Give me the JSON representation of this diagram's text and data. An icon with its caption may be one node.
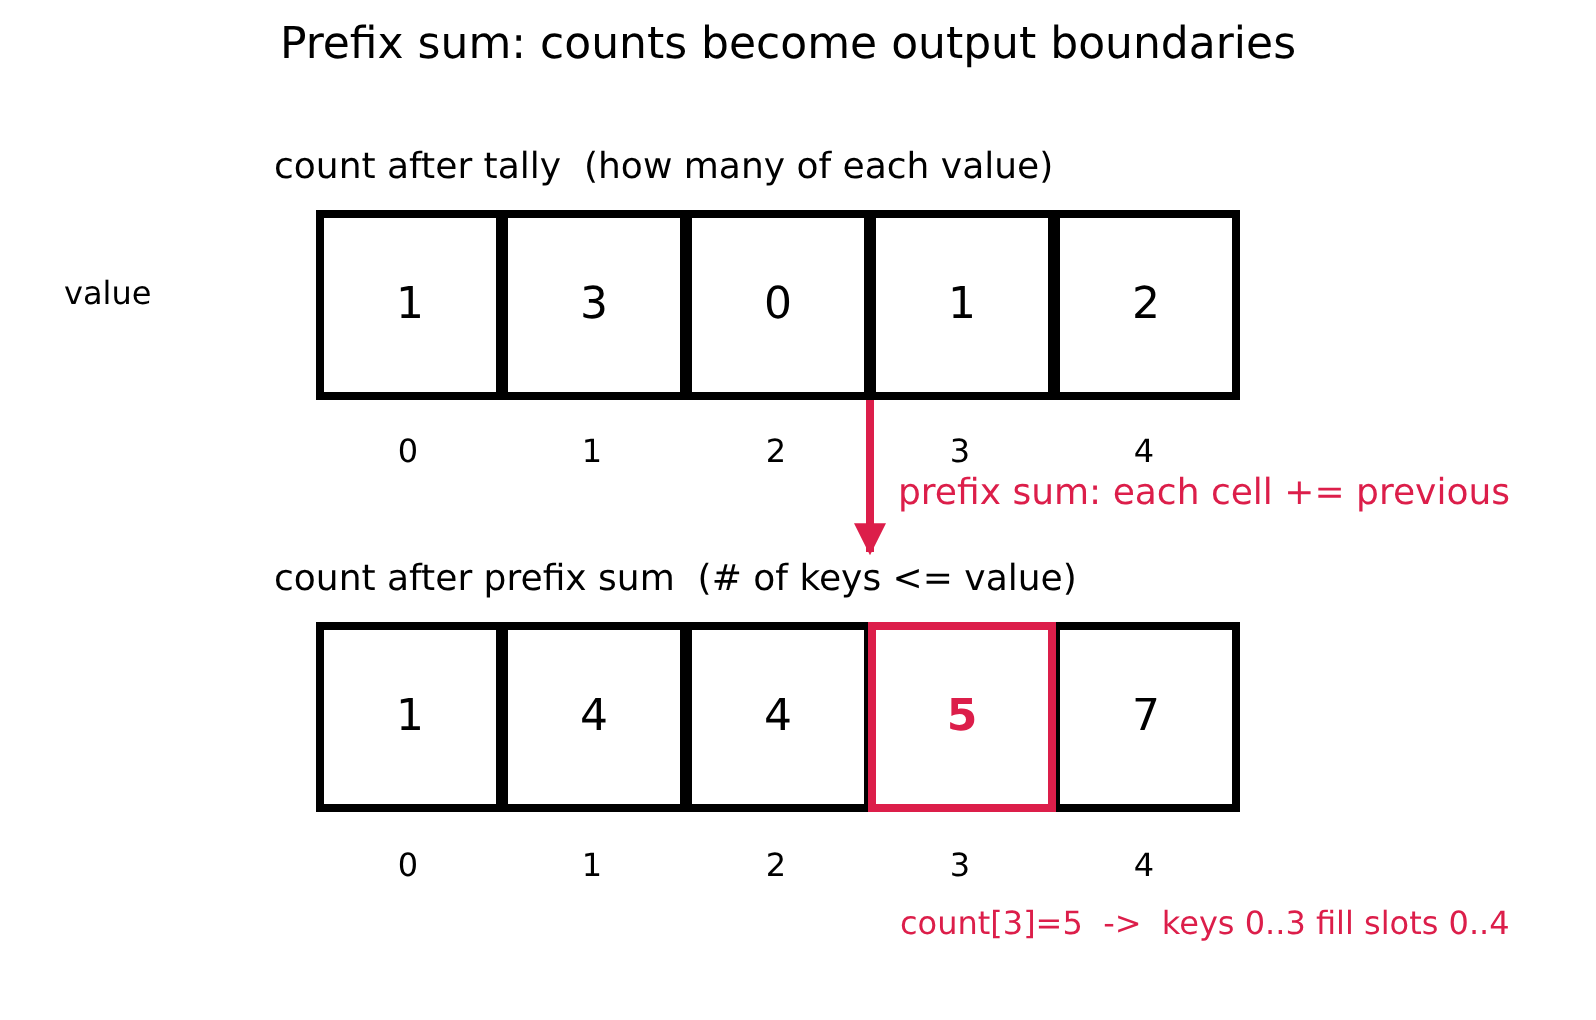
{
  "diagram": {
    "title": "Prefix sum: counts become output boundaries",
    "nodes": [
      {
        "text": [
          "count after tally  (how many of each value)"
        ]
      },
      {
        "text": [
          "1"
        ],
        "in": 0
      },
      {
        "text": [
          "3"
        ],
        "in": 0
      },
      {
        "text": [
          "0"
        ],
        "in": 0
      },
      {
        "text": [
          "1"
        ],
        "in": 0
      },
      {
        "text": [
          "2"
        ],
        "in": 0
      },
      {
        "text": [
          "count after prefix sum  (# of keys <= value)"
        ]
      },
      {
        "text": [
          "1"
        ],
        "in": 6
      },
      {
        "text": [
          "4"
        ],
        "in": 6
      },
      {
        "text": [
          "4"
        ],
        "in": 6
      },
      {
        "text": [
          "5"
        ],
        "in": 6
      },
      {
        "text": [
          "7"
        ],
        "in": 6
      }
    ],
    "edges": [
      {
        "from": 0,
        "to": 6,
        "arrow": "to",
        "label": "prefix sum: each cell += previous",
        "color": "#dc1e4a"
      }
    ],
    "labels": [
      "value",
      "0",
      "1",
      "2",
      "3",
      "4",
      "0",
      "1",
      "2",
      "3",
      "4",
      "count[3]=5  ->  keys 0..3 fill slots 0..4"
    ]
  }
}
